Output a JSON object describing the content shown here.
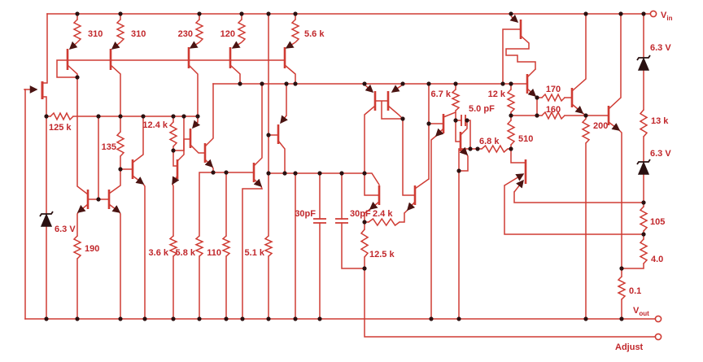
{
  "colors": {
    "wire": "#cf3b33",
    "text": "#c1272b",
    "dot": "#2a1111",
    "arrow": "#4a1412"
  },
  "labels": {
    "r310a": "310",
    "r310b": "310",
    "r230": "230",
    "r120": "120",
    "r56k": "5.6 k",
    "r125k": "125 k",
    "r135": "135",
    "r124k": "12.4 k",
    "r190": "190",
    "r36k": "3.6 k",
    "r58k": "5.8 k",
    "r110": "110",
    "r51k": "5.1 k",
    "c30a": "30pF",
    "c30b": "30pF",
    "r24k": "2.4 k",
    "r125k2": "12.5 k",
    "r67k": "6.7 k",
    "c5pf": "5.0 pF",
    "r68k": "6.8 k",
    "r12k": "12 k",
    "r510": "510",
    "r170": "170",
    "r160": "160",
    "r200": "200",
    "r13k": "13 k",
    "r105": "105",
    "r40": "4.0",
    "r01": "0.1",
    "z1": "6.3 V",
    "z2": "6.3 V",
    "z3": "6.3 V"
  },
  "terminals": {
    "vin": {
      "main": "V",
      "sub": "in"
    },
    "vout": {
      "main": "V",
      "sub": "out"
    },
    "adjust": {
      "label": "Adjust"
    }
  }
}
